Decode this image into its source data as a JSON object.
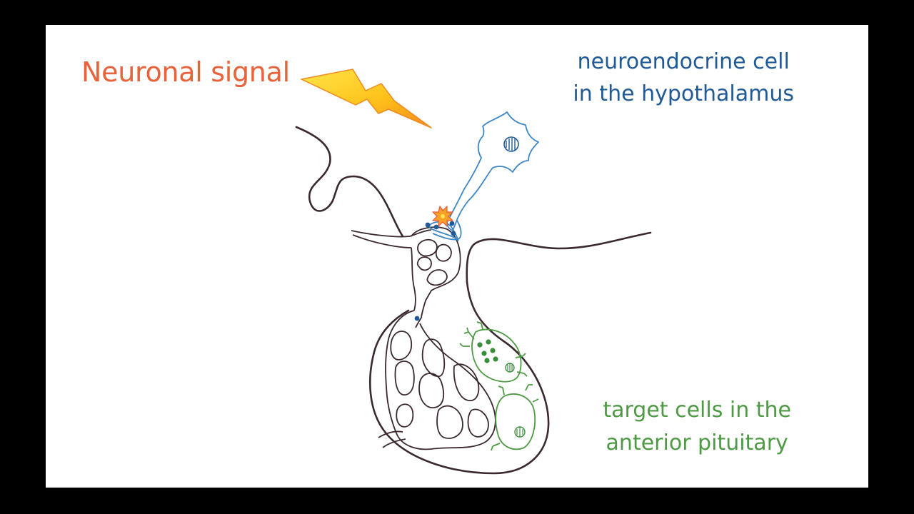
{
  "labels": {
    "neuronal_signal": "Neuronal signal",
    "neuro_line1": "neuroendocrine cell",
    "neuro_line2": "in the hypothalamus",
    "target_line1": "target cells in the",
    "target_line2": "anterior pituitary"
  },
  "colors": {
    "signal_text": "#e8623a",
    "neuro_blue": "#1f5a96",
    "target_green": "#4e9a44",
    "outline": "#3a2a2e",
    "bolt_yellow": "#ffd21e",
    "bolt_orange": "#f48a1c"
  },
  "icons": {
    "bolt": "lightning-bolt-icon",
    "burst": "release-burst-icon"
  }
}
